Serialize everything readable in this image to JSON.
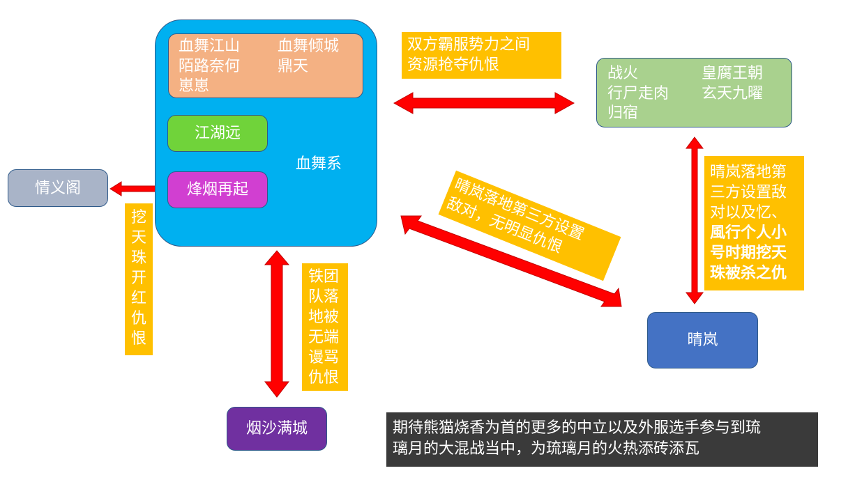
{
  "xuewu_group": {
    "title": "血舞系",
    "members": [
      "血舞江山",
      "血舞倾城",
      "陌路奈何",
      "鼎天",
      "崽崽"
    ],
    "jianghuyuan": "江湖远",
    "fengyan": "烽烟再起"
  },
  "qingyige": "情义阁",
  "yanshamancheng": "烟沙满城",
  "zhanhuo_group": {
    "members": [
      "战火",
      "皇腐王朝",
      "行尸走肉",
      "玄天九曜",
      "归宿"
    ]
  },
  "qinglan": "晴岚",
  "notes": {
    "top": [
      "双方霸服势力之间",
      "资源抢夺仇恨"
    ],
    "left_vertical": "挖天珠开红仇恨",
    "bottom_vertical": "铁团队落地被无端谩骂仇恨",
    "diagonal": [
      "晴岚落地第三方设置",
      "敌对，无明显仇恨"
    ],
    "right": [
      "晴岚落地第",
      "三方设置敌",
      "对以及忆、",
      "風行个人小",
      "号时期挖天",
      "珠被杀之仇"
    ],
    "bottom_banner": [
      "期待熊猫烧香为首的更多的中立以及外服选手参与到琉",
      "璃月的大混战当中，为琉璃月的火热添砖添瓦"
    ]
  },
  "colors": {
    "xuewu_bg": "#00b0f0",
    "member_bg": "#f4b183",
    "jianghuyuan_bg": "#70d33a",
    "fengyan_bg": "#d13fd1",
    "qingyige_bg": "#a9b4c8",
    "yansha_bg": "#7030a0",
    "zhanhuo_bg": "#a9d18e",
    "qinglan_bg": "#4472c4",
    "note_bg": "#ffc000",
    "banner_bg": "#3a3a3a",
    "arrow": "#ff0000"
  }
}
